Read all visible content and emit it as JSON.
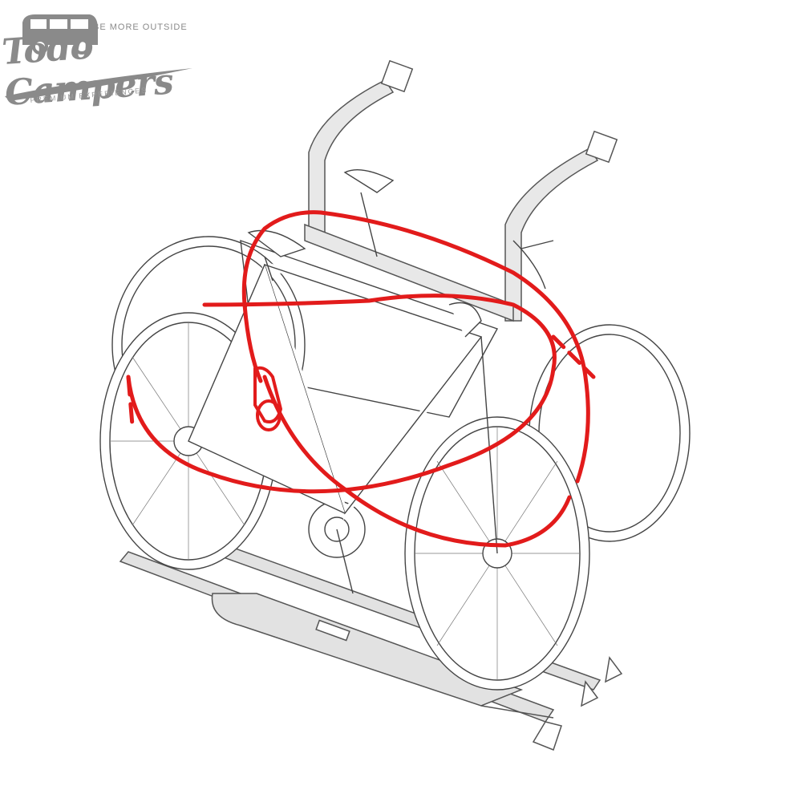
{
  "logo": {
    "tagline": "BE MORE OUTSIDE",
    "brand": "Todo Campers",
    "subtitle": "PREMIUM EXPERIENCES",
    "color": "#8a8a8a"
  },
  "illustration": {
    "subject": "Bike rack with two bicycles secured by red cable lock",
    "lock_color": "#e21b1b",
    "line_color": "#444444",
    "fill_gray": "#e2e2e2"
  }
}
